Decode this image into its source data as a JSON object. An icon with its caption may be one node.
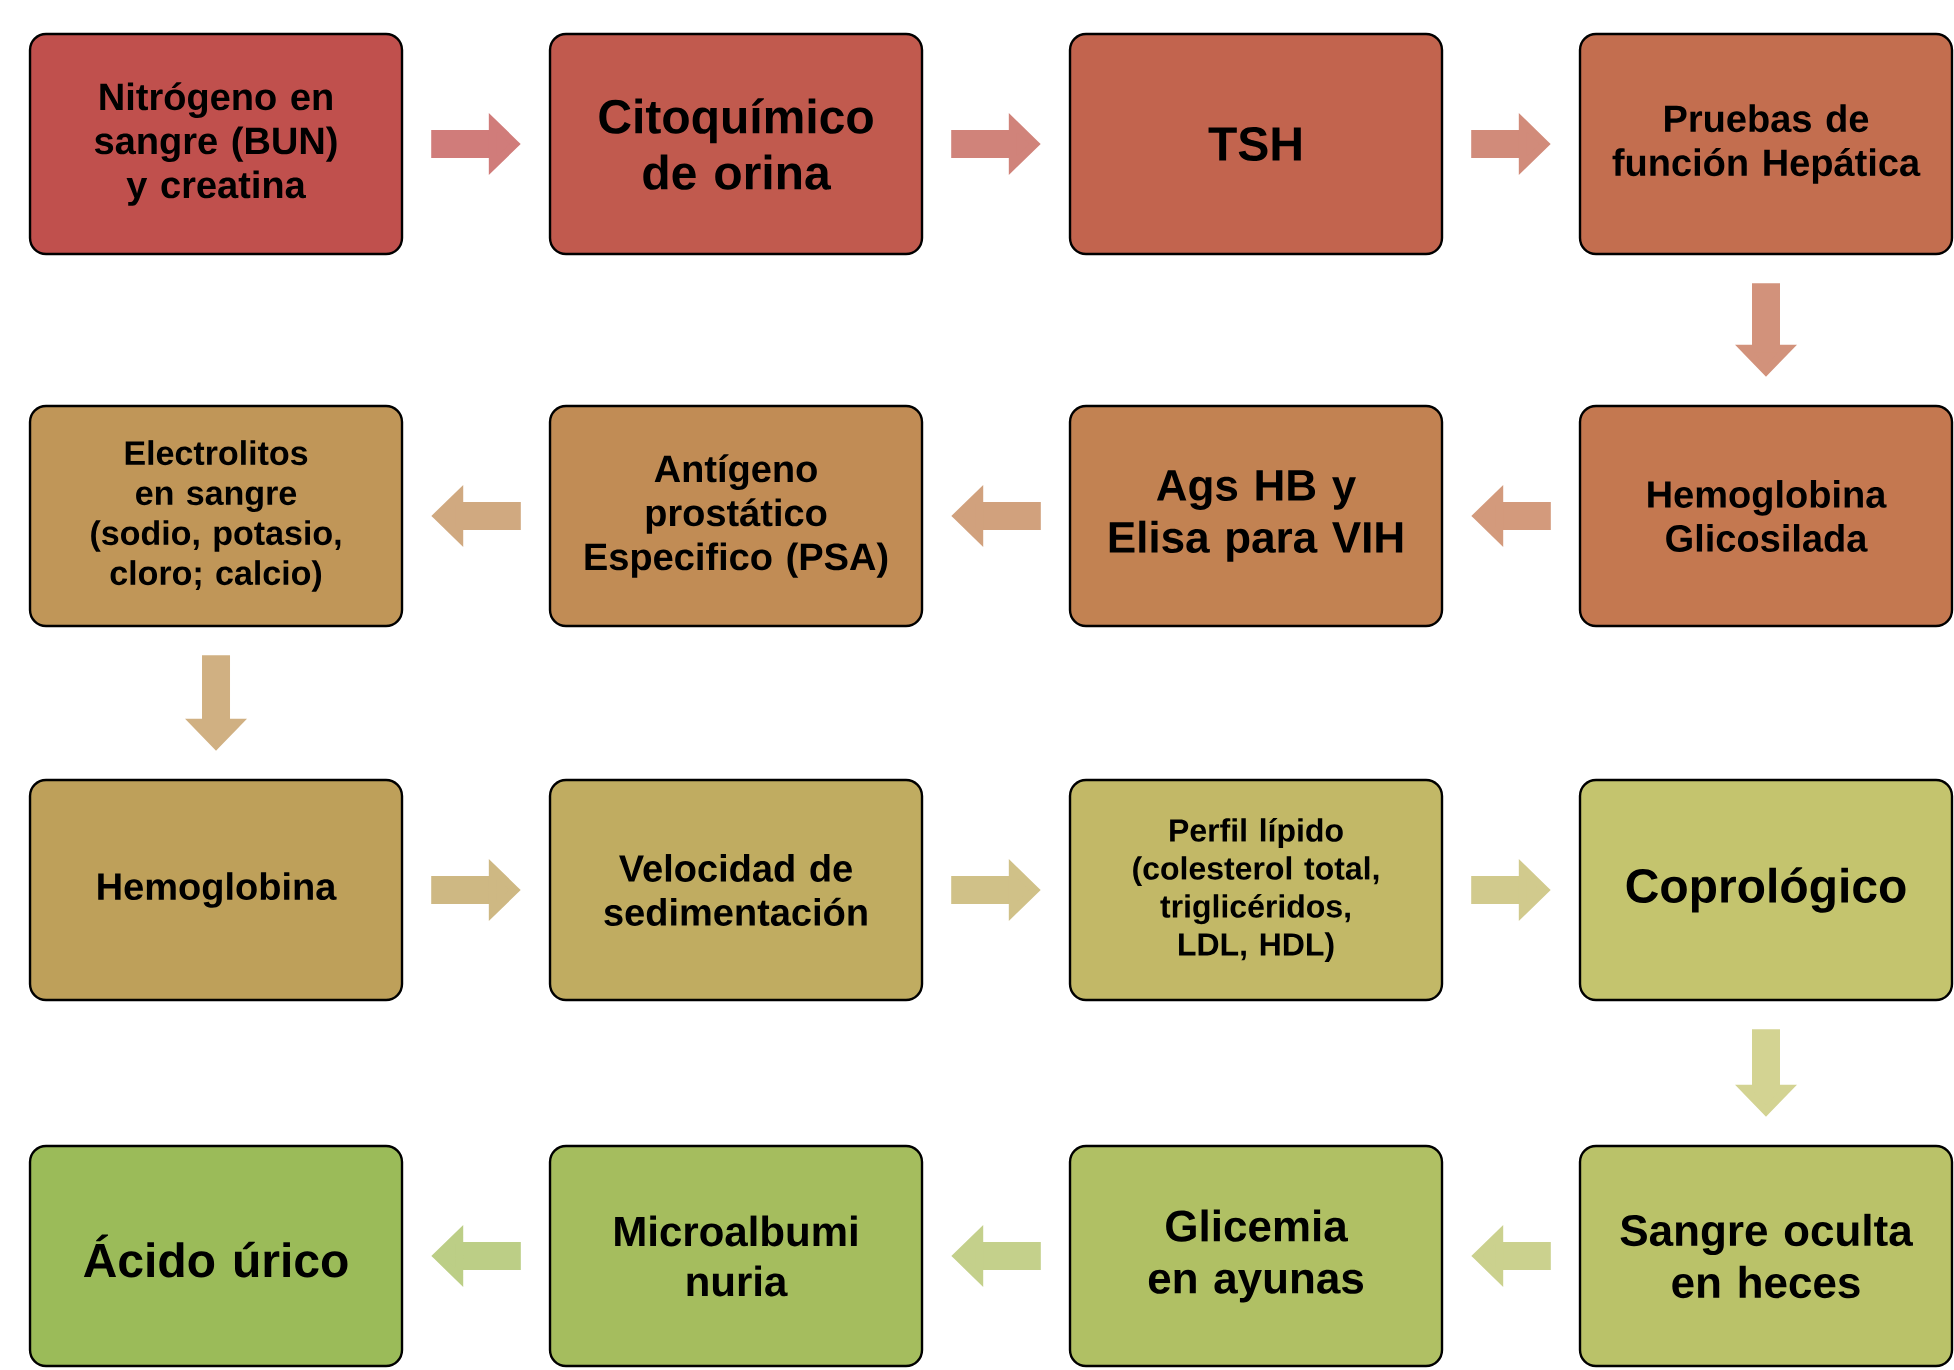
{
  "diagram": {
    "nodes": [
      {
        "text": [
          "Nitrógeno en sangre (BUN) y creatina"
        ]
      },
      {
        "text": [
          "Citoquímico de orina"
        ]
      },
      {
        "text": [
          "TSH"
        ]
      },
      {
        "text": [
          "Pruebas de función Hepática"
        ]
      },
      {
        "text": [
          "Hemoglobina Glicosilada"
        ]
      },
      {
        "text": [
          "Ags HB y Elisa para VIH"
        ]
      },
      {
        "text": [
          "Antígeno prostático Especifico (PSA)"
        ]
      },
      {
        "text": [
          "Electrolitos en sangre (sodio, potasio, cloro; calcio)"
        ]
      },
      {
        "text": [
          "Hemoglobina"
        ]
      },
      {
        "text": [
          "Velocidad de sedimentación"
        ]
      },
      {
        "text": [
          "Perfil lípido (colesterol total, triglicéridos, LDL, HDL)"
        ]
      },
      {
        "text": [
          "Coprológico"
        ]
      },
      {
        "text": [
          "Sangre oculta en heces"
        ]
      },
      {
        "text": [
          "Glicemia en ayunas"
        ]
      },
      {
        "text": [
          "Microalbumi nuria"
        ]
      },
      {
        "text": [
          "Ácido úrico"
        ]
      }
    ],
    "edges": [
      {
        "from": 0,
        "to": 1,
        "arrow": "to"
      },
      {
        "from": 1,
        "to": 2,
        "arrow": "to"
      },
      {
        "from": 2,
        "to": 3,
        "arrow": "to"
      },
      {
        "from": 3,
        "to": 4,
        "arrow": "to"
      },
      {
        "from": 4,
        "to": 5,
        "arrow": "to"
      },
      {
        "from": 5,
        "to": 6,
        "arrow": "to"
      },
      {
        "from": 6,
        "to": 7,
        "arrow": "to"
      },
      {
        "from": 7,
        "to": 8,
        "arrow": "to"
      },
      {
        "from": 8,
        "to": 9,
        "arrow": "to"
      },
      {
        "from": 9,
        "to": 10,
        "arrow": "to"
      },
      {
        "from": 10,
        "to": 11,
        "arrow": "to"
      },
      {
        "from": 11,
        "to": 12,
        "arrow": "to"
      },
      {
        "from": 12,
        "to": 13,
        "arrow": "to"
      },
      {
        "from": 13,
        "to": 14,
        "arrow": "to"
      },
      {
        "from": 14,
        "to": 15,
        "arrow": "to"
      }
    ]
  }
}
